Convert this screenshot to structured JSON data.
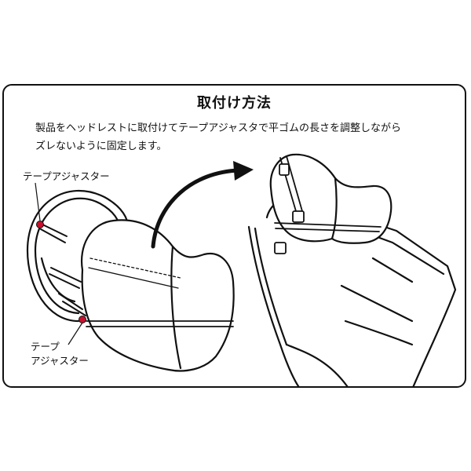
{
  "header": {
    "title": "取付け方法"
  },
  "description": {
    "line1": "製品をヘッドレストに取付けてテープアジャスタで平ゴムの長さを調整しながら",
    "line2": "ズレないように固定します。"
  },
  "labels": {
    "tape_adjuster_top": "テープアジャスター",
    "tape_adjuster_bottom_line1": "テープ",
    "tape_adjuster_bottom_line2": "アジャスター"
  },
  "colors": {
    "line": "#111111",
    "marker": "#c8102e",
    "background": "#ffffff"
  },
  "icons": {
    "arrow": "curved-arrow-right-icon",
    "marker": "red-circle-marker-icon"
  }
}
